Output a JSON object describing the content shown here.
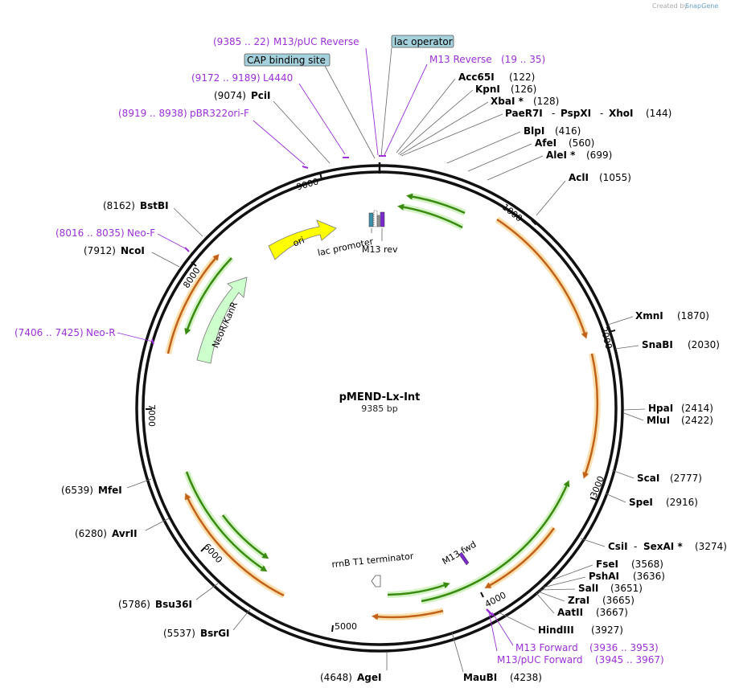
{
  "watermark": {
    "prefix": "Created by",
    "brand": "SnapGene"
  },
  "plasmid": {
    "name": "pMEND-Lx-Int",
    "length_label": "9385 bp"
  },
  "ticks": [
    "1000",
    "2000",
    "3000",
    "4000",
    "5000",
    "6000",
    "7000",
    "8000",
    "9000"
  ],
  "enzymes": [
    {
      "name": "Acc65I",
      "pos": "(122)"
    },
    {
      "name": "KpnI",
      "pos": "(126)"
    },
    {
      "name": "XbaI *",
      "pos": "(128)"
    },
    {
      "name": "PaeR7I",
      "name2": "PspXI",
      "name3": "XhoI",
      "pos": "(144)"
    },
    {
      "name": "BlpI",
      "pos": "(416)"
    },
    {
      "name": "AfeI",
      "pos": "(560)"
    },
    {
      "name": "AleI *",
      "pos": "(699)"
    },
    {
      "name": "AclI",
      "pos": "(1055)"
    },
    {
      "name": "XmnI",
      "pos": "(1870)"
    },
    {
      "name": "SnaBI",
      "pos": "(2030)"
    },
    {
      "name": "HpaI",
      "pos": "(2414)"
    },
    {
      "name": "MluI",
      "pos": "(2422)"
    },
    {
      "name": "ScaI",
      "pos": "(2777)"
    },
    {
      "name": "SpeI",
      "pos": "(2916)"
    },
    {
      "name": "CsiI",
      "name2": "SexAI *",
      "pos": "(3274)"
    },
    {
      "name": "FseI",
      "pos": "(3568)"
    },
    {
      "name": "PshAI",
      "pos": "(3636)"
    },
    {
      "name": "SalI",
      "pos": "(3651)"
    },
    {
      "name": "ZraI",
      "pos": "(3665)"
    },
    {
      "name": "AatII",
      "pos": "(3667)"
    },
    {
      "name": "HindIII",
      "pos": "(3927)"
    },
    {
      "name": "MauBI",
      "pos": "(4238)"
    },
    {
      "name": "AgeI",
      "pos": "(4648)"
    },
    {
      "name": "BsrGI",
      "pos": "(5537)"
    },
    {
      "name": "Bsu36I",
      "pos": "(5786)"
    },
    {
      "name": "AvrII",
      "pos": "(6280)"
    },
    {
      "name": "MfeI",
      "pos": "(6539)"
    },
    {
      "name": "NcoI",
      "pos": "(7912)"
    },
    {
      "name": "BstBI",
      "pos": "(8162)"
    },
    {
      "name": "PciI",
      "pos": "(9074)"
    }
  ],
  "primers": [
    {
      "name": "M13/pUC Reverse",
      "range": "(9385 .. 22)"
    },
    {
      "name": "M13 Reverse",
      "range": "(19 .. 35)"
    },
    {
      "name": "L4440",
      "range": "(9172 .. 9189)"
    },
    {
      "name": "pBR322ori-F",
      "range": "(8919 .. 8938)"
    },
    {
      "name": "Neo-F",
      "range": "(8016 .. 8035)"
    },
    {
      "name": "Neo-R",
      "range": "(7406 .. 7425)"
    },
    {
      "name": "M13 Forward",
      "range": "(3936 .. 3953)"
    },
    {
      "name": "M13/pUC Forward",
      "range": "(3945 .. 3967)"
    }
  ],
  "boxed_features": [
    {
      "name": "lac operator"
    },
    {
      "name": "CAP binding site"
    }
  ],
  "inner_features": {
    "ori": "ori",
    "neor": "NeoR/KanR",
    "lac_promoter": "lac promoter",
    "m13_rev": "M13 rev",
    "m13_fwd": "M13 fwd",
    "rrnb": "rrnB T1 terminator"
  },
  "colors": {
    "ori": "#ffff00",
    "neor": "#ccffcc",
    "orf_orange": "#f7b64f",
    "orf_green": "#a8e58c",
    "primer": "#9b30d9",
    "boxed": "#a4d1dc"
  }
}
